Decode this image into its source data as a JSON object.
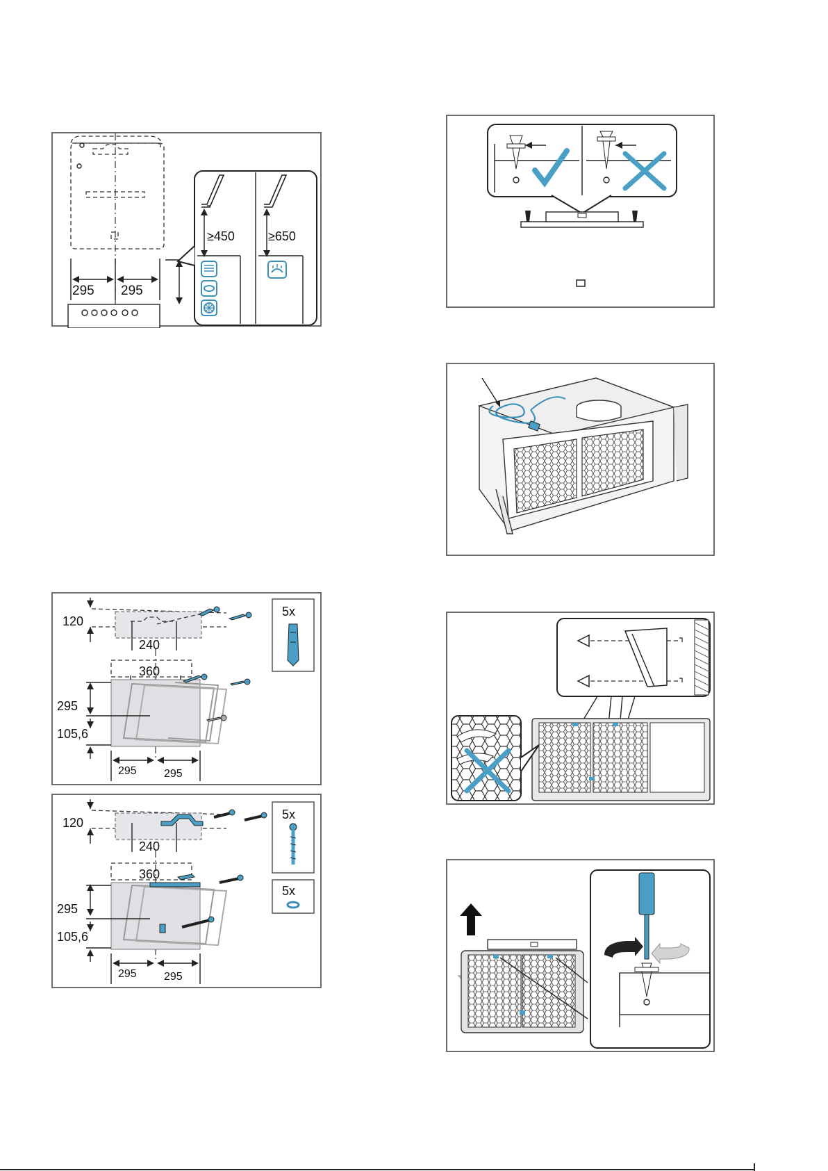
{
  "fig1": {
    "dim_left": "295",
    "dim_right": "295",
    "clear_electric": "≥450",
    "clear_gas": "≥650"
  },
  "fig2": {
    "dim_top_offset": "120",
    "dim_top_width": "240",
    "dim_mid_width": "360",
    "dim_height": "295",
    "dim_bottom": "105,6",
    "dim_left": "295",
    "dim_right": "295",
    "qty_plugs": "5x"
  },
  "fig3": {
    "dim_top_offset": "120",
    "dim_top_width": "240",
    "dim_mid_width": "360",
    "dim_height": "295",
    "dim_bottom": "105,6",
    "dim_left": "295",
    "dim_right": "295",
    "qty_screws": "5x",
    "qty_washers": "5x"
  },
  "colors": {
    "accent": "#4a9fc6",
    "frame": "#6b6b6b"
  }
}
